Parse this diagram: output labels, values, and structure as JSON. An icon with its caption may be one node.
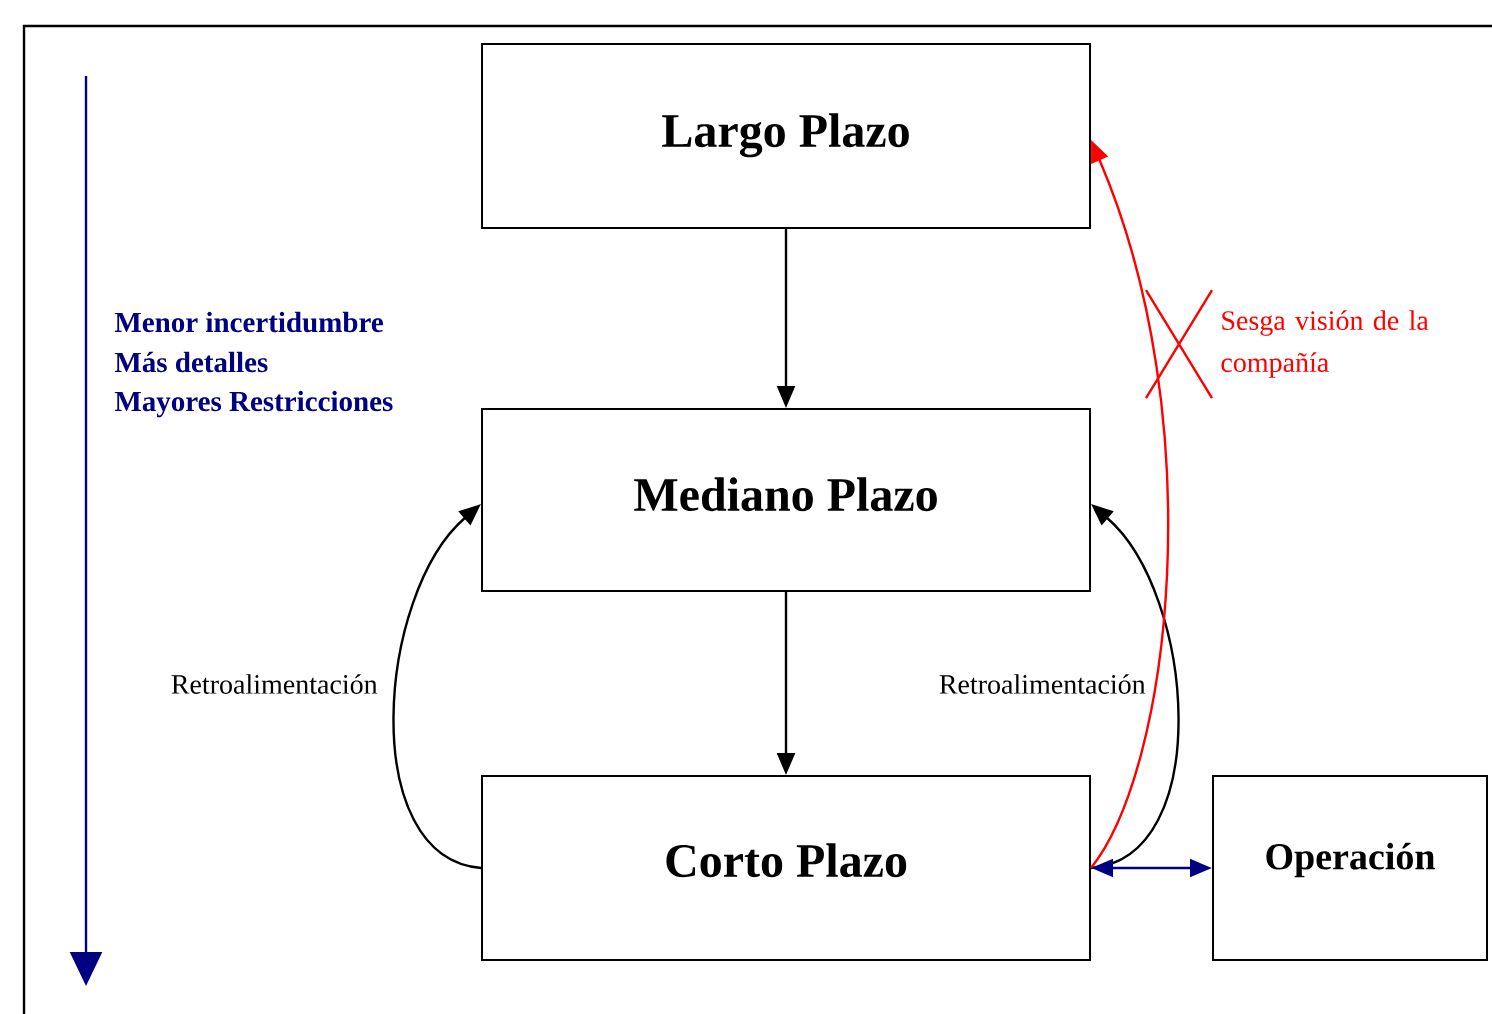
{
  "diagram": {
    "nodes": [
      {
        "text": [
          "Largo Plazo"
        ]
      },
      {
        "text": [
          "Mediano Plazo"
        ]
      },
      {
        "text": [
          "Corto Plazo"
        ]
      },
      {
        "text": [
          "Operación"
        ]
      }
    ],
    "edges": [
      {
        "from": 0,
        "to": 1,
        "arrow": "to"
      },
      {
        "from": 1,
        "to": 2,
        "arrow": "to"
      },
      {
        "from": 2,
        "to": 1,
        "arrow": "to",
        "label": "Retroalimentación"
      },
      {
        "from": 2,
        "to": 1,
        "arrow": "to",
        "label": "Retroalimentación"
      },
      {
        "from": 2,
        "to": 0,
        "arrow": "to",
        "label": "Sesga visión de la compañía",
        "color": "#ff0000"
      },
      {
        "from": 2,
        "to": 3,
        "arrow": "both",
        "color": "#000080"
      }
    ],
    "labels": [
      "Menor incertidumbre",
      "Más detalles",
      "Mayores Restricciones"
    ]
  }
}
